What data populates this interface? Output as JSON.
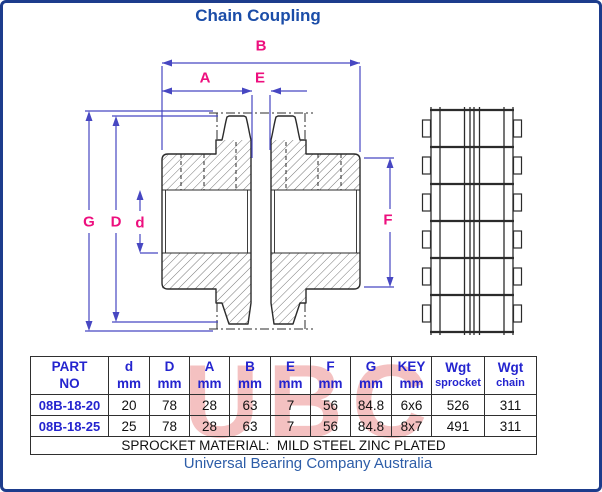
{
  "title": "Chain Coupling",
  "footer": "Universal Bearing Company Australia",
  "watermark": "UBC",
  "diagram": {
    "dim_labels": {
      "B": "B",
      "A": "A",
      "E": "E",
      "G": "G",
      "D": "D",
      "d": "d",
      "F": "F"
    },
    "colors": {
      "dimension_lines": "#4747c2",
      "dim_label_magenta": "#ed0f7e",
      "outline_black": "#2b2b2b"
    }
  },
  "table": {
    "headers": [
      {
        "l1": "PART",
        "l2": "NO"
      },
      {
        "l1": "d",
        "l2": "mm"
      },
      {
        "l1": "D",
        "l2": "mm"
      },
      {
        "l1": "A",
        "l2": "mm"
      },
      {
        "l1": "B",
        "l2": "mm"
      },
      {
        "l1": "E",
        "l2": "mm"
      },
      {
        "l1": "F",
        "l2": "mm"
      },
      {
        "l1": "G",
        "l2": "mm"
      },
      {
        "l1": "KEY",
        "l2": "mm"
      },
      {
        "l1": "Wgt",
        "l2": "sprocket"
      },
      {
        "l1": "Wgt",
        "l2": "chain"
      }
    ],
    "rows": [
      [
        "08B-18-20",
        "20",
        "78",
        "28",
        "63",
        "7",
        "56",
        "84.8",
        "6x6",
        "526",
        "311"
      ],
      [
        "08B-18-25",
        "25",
        "78",
        "28",
        "63",
        "7",
        "56",
        "84.8",
        "8x7",
        "491",
        "311"
      ]
    ],
    "material_note": "SPROCKET MATERIAL:  MILD STEEL ZINC PLATED"
  },
  "colors": {
    "frame_border": "#1d3c8c",
    "title_blue": "#1b4da8",
    "table_header_blue": "#2424cf",
    "part_no_blue": "#2424cf",
    "footer_blue": "#2d5da8",
    "watermark_red": "#e25d5d"
  }
}
